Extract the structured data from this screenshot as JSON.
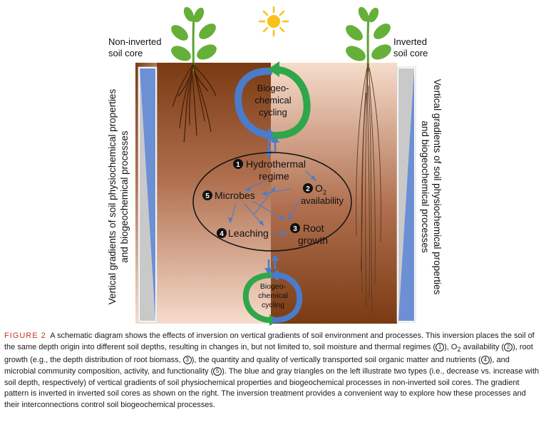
{
  "figure": {
    "labels": {
      "non_inverted": [
        "Non-inverted",
        "soil core"
      ],
      "inverted": [
        "Inverted",
        "soil core"
      ],
      "left_vertical": [
        "Vertical gradients of soil physiochemical properties",
        "and biogeochemical processes"
      ],
      "right_vertical": [
        "Vertical gradients of soil physiochemical properties",
        "and biogeochemical processes"
      ],
      "bgc_top": [
        "Biogeo-",
        "chemical",
        "cycling"
      ],
      "bgc_bottom": [
        "Biogeo-",
        "chemical",
        "cycling"
      ]
    },
    "processes": {
      "p1": {
        "num": "1",
        "lines": [
          "Hydrothermal",
          "regime"
        ]
      },
      "p2": {
        "num": "2",
        "lines": [
          "O",
          "availability"
        ],
        "sub": "2"
      },
      "p3": {
        "num": "3",
        "lines": [
          "Root",
          "growth"
        ]
      },
      "p4": {
        "num": "4",
        "lines": [
          "Leaching"
        ]
      },
      "p5": {
        "num": "5",
        "lines": [
          "Microbes"
        ]
      }
    },
    "icons": [
      "sun-icon",
      "plant-icon"
    ],
    "colors": {
      "soil_dark": "#7a3a12",
      "soil_light": "#f6dccb",
      "arrow_blue": "#4a7cc9",
      "arrow_green": "#2ea64a",
      "sun": "#f7c21c",
      "leaf": "#66b03a"
    }
  },
  "caption": {
    "figure_label": "FIGURE 2",
    "text_1": "A schematic diagram shows the effects of inversion on vertical gradients of soil environment and processes. This inversion places the soil of the same depth origin into different soil depths, resulting in changes in, but not limited to, soil moisture and thermal regimes (",
    "c1": "1",
    "text_2": "), O",
    "o2_sub": "2",
    "text_3": " availability (",
    "c2": "2",
    "text_4": "), root growth (e.g., the depth distribution of root biomass, ",
    "c3": "3",
    "text_5": "), the quantity and quality of vertically transported soil organic matter and nutrients (",
    "c4": "4",
    "text_6": "), and microbial community composition, activity, and functionality (",
    "c5": "5",
    "text_7": "). The blue and gray triangles on the left illustrate two types (i.e., decrease vs. increase with soil depth, respectively) of vertical gradients of soil physiochemical properties and biogeochemical processes in non-inverted soil cores. The gradient pattern is inverted in inverted soil cores as shown on the right. The inversion treatment provides a convenient way to explore how these processes and their interconnections control soil biogeochemical processes."
  }
}
